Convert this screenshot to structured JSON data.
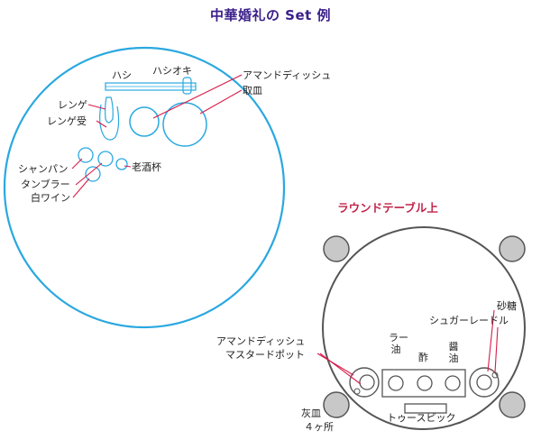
{
  "title": "中華婚礼の Set 例",
  "round_table_title": "ラウンドテーブル上",
  "place_setting": {
    "labels": {
      "hashi": "ハシ",
      "hashioki": "ハシオキ",
      "almond_dish": "アマンドディッシュ",
      "torizara": "取皿",
      "renge": "レンゲ",
      "renge_uke": "レンゲ受",
      "champagne": "シャンパン",
      "tumbler": "タンブラー",
      "white_wine": "白ワイン",
      "laochu_cup": "老酒杯"
    }
  },
  "table_top": {
    "labels": {
      "almond_dish": "アマンドディッシュ",
      "mustard_pot": "マスタードポット",
      "rayu": "ラー\n油",
      "vinegar": "酢",
      "soy": "醤\n油",
      "sugar": "砂糖",
      "sugar_ladle": "シュガーレードル",
      "toothpick": "トゥースピック",
      "ashtray": "灰皿",
      "four_places": "４ヶ所"
    }
  },
  "colors": {
    "title": "#3a1f8a",
    "subtitle": "#c0244a",
    "plate_outline": "#29a8e0",
    "leader_line": "#d81b4a",
    "table_outline": "#555555",
    "ashtray_fill": "#c8c8c8"
  }
}
